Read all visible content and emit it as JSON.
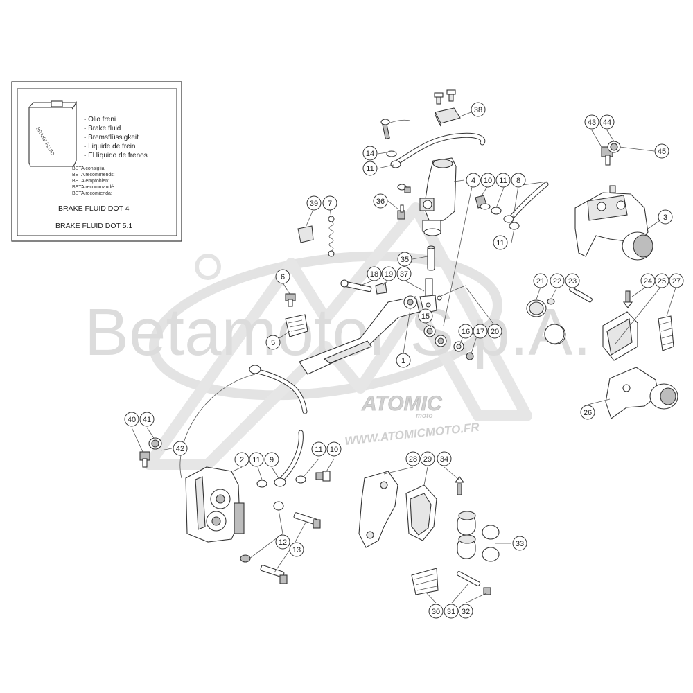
{
  "watermark": {
    "company": "Betamotor S.p.A.",
    "logo": "ATOMIC",
    "logo_sub": "moto",
    "url": "WWW.ATOMICMOTO.FR"
  },
  "legend": {
    "can_label": "BRAKE FLUID",
    "fluid_names": [
      "- Olio freni",
      "- Brake fluid",
      "- Bremsflüssigkeit",
      "- Liquide de frein",
      "- El líquido de frenos"
    ],
    "recommend_lines": [
      "BETA consiglia:",
      "BETA recommends:",
      "BETA empfohlen:",
      "BETA recommandé:",
      "BETA recomienda:"
    ],
    "grades": [
      "BRAKE FLUID DOT 4",
      "BRAKE FLUID DOT 5.1"
    ]
  },
  "callouts": [
    {
      "label": "1"
    },
    {
      "label": "2"
    },
    {
      "label": "3"
    },
    {
      "label": "4"
    },
    {
      "label": "5"
    },
    {
      "label": "6"
    },
    {
      "label": "7"
    },
    {
      "label": "8"
    },
    {
      "label": "9"
    },
    {
      "label": "10"
    },
    {
      "label": "10"
    },
    {
      "label": "11"
    },
    {
      "label": "11"
    },
    {
      "label": "11"
    },
    {
      "label": "11"
    },
    {
      "label": "11"
    },
    {
      "label": "12"
    },
    {
      "label": "13"
    },
    {
      "label": "14"
    },
    {
      "label": "15"
    },
    {
      "label": "16"
    },
    {
      "label": "17"
    },
    {
      "label": "18"
    },
    {
      "label": "19"
    },
    {
      "label": "20"
    },
    {
      "label": "21"
    },
    {
      "label": "22"
    },
    {
      "label": "23"
    },
    {
      "label": "24"
    },
    {
      "label": "25"
    },
    {
      "label": "26"
    },
    {
      "label": "27"
    },
    {
      "label": "28"
    },
    {
      "label": "29"
    },
    {
      "label": "30"
    },
    {
      "label": "31"
    },
    {
      "label": "32"
    },
    {
      "label": "33"
    },
    {
      "label": "34"
    },
    {
      "label": "35"
    },
    {
      "label": "36"
    },
    {
      "label": "37"
    },
    {
      "label": "38"
    },
    {
      "label": "39"
    },
    {
      "label": "40"
    },
    {
      "label": "41"
    },
    {
      "label": "42"
    },
    {
      "label": "43"
    },
    {
      "label": "44"
    },
    {
      "label": "45"
    }
  ]
}
